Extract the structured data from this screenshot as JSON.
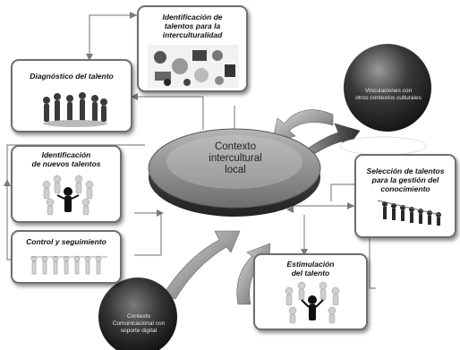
{
  "center": {
    "label": "Contexto\nintercultural\nlocal"
  },
  "boxes": {
    "identificacion_talentos_interculturalidad": "Identificación de\ntalentos para la\ninterculturalidad",
    "diagnostico_talento": "Diagnóstico del talento",
    "identificacion_nuevos_talentos": "Identificación\nde nuevos talentos",
    "control_seguimiento": "Control y seguimiento",
    "seleccion_talentos": "Selección de talentos\npara la gestión del\nconocimiento",
    "estimulacion_talento": "Estimulación\ndel talento"
  },
  "spheres": {
    "vinculaciones": "Vinculaciones con\notros contextos culturales",
    "contexto_comunicacional": "Contexto\nComunicacional con\nsoporte digital"
  }
}
